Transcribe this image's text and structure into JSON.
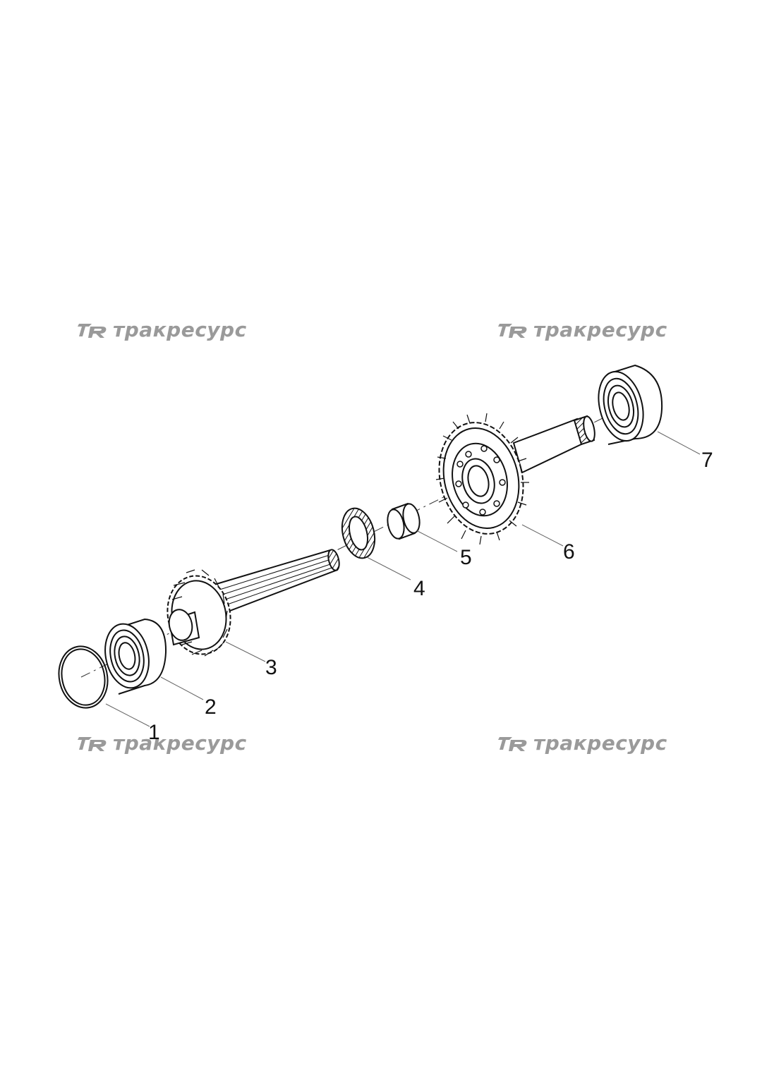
{
  "watermark": {
    "text": "тракресурс",
    "logo_text": "TR",
    "color": "#9a9a9a"
  },
  "parts": [
    {
      "number": "1",
      "name": "o-ring"
    },
    {
      "number": "2",
      "name": "ball-bearing"
    },
    {
      "number": "3",
      "name": "input-shaft-with-gear"
    },
    {
      "number": "4",
      "name": "thrust-washer"
    },
    {
      "number": "5",
      "name": "bushing"
    },
    {
      "number": "6",
      "name": "gear"
    },
    {
      "number": "7",
      "name": "ball-bearing"
    }
  ],
  "colors": {
    "line": "#111111",
    "leader": "#555555"
  }
}
